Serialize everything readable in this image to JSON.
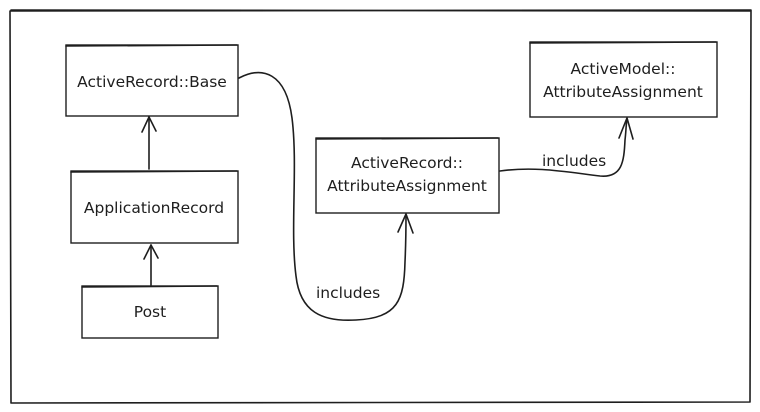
{
  "nodes": {
    "ar_base": {
      "label": "ActiveRecord::Base"
    },
    "app_record": {
      "label": "ApplicationRecord"
    },
    "post": {
      "label": "Post"
    },
    "ar_attr_assign": {
      "line1": "ActiveRecord::",
      "line2": "AttributeAssignment"
    },
    "am_attr_assign": {
      "line1": "ActiveModel::",
      "line2": "AttributeAssignment"
    }
  },
  "edges": {
    "base_to_ar_attr": {
      "label": "includes"
    },
    "ar_attr_to_am_attr": {
      "label": "includes"
    }
  },
  "colors": {
    "stroke": "#1e1e1e",
    "background": "#ffffff"
  }
}
